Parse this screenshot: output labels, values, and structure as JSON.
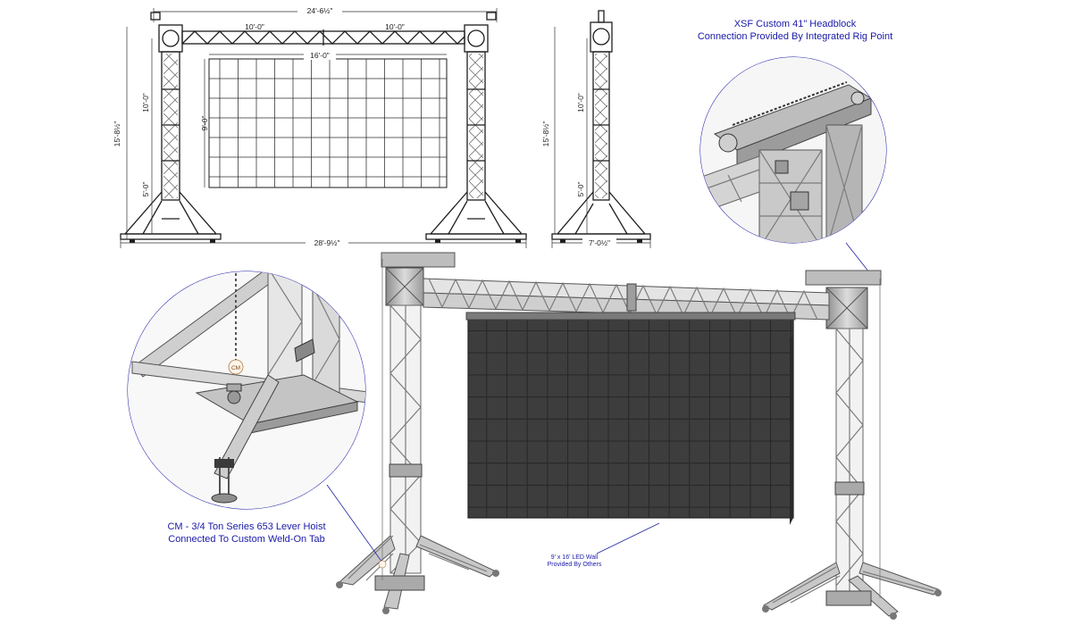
{
  "drawing": {
    "front_elevation": {
      "overall_width": "24'-6½\"",
      "top_span_left": "10'-0\"",
      "top_span_right": "10'-0\"",
      "wall_width": "16'-0\"",
      "wall_height": "9'-0\"",
      "total_height": "15'-8½\"",
      "upper_height": "10'-0\"",
      "lower_height": "5'-0\"",
      "base_width": "28'-9½\""
    },
    "side_elevation": {
      "total_height": "15'-8½\"",
      "upper_height": "10'-0\"",
      "lower_height": "5'-0\"",
      "base_width": "7'-0½\""
    },
    "callouts": {
      "headblock_line1": "XSF Custom 41\" Headblock",
      "headblock_line2": "Connection Provided By Integrated Rig Point",
      "hoist_line1": "CM - 3/4 Ton Series 653 Lever Hoist",
      "hoist_line2": "Connected To Custom Weld-On Tab",
      "hoist_tag": "CM",
      "led_note_line1": "9' x 16' LED Wall",
      "led_note_line2": "Provided By Others"
    },
    "colors": {
      "callout_text": "#1a1aa8",
      "led_panel": "#3c3c3c",
      "truss_metal": "#b4b4b4",
      "line_work": "#1d1d1d"
    }
  }
}
